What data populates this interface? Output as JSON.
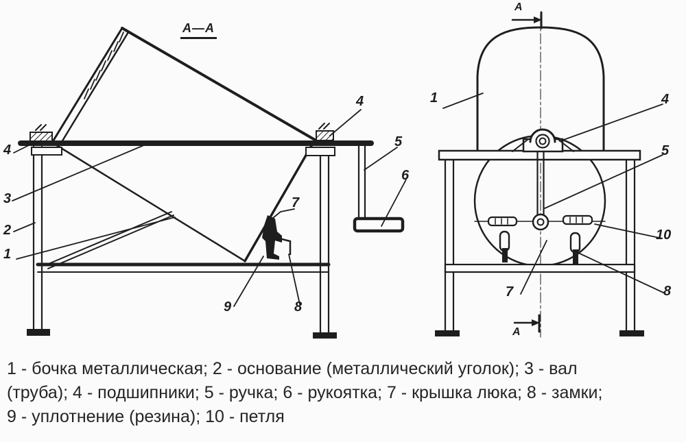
{
  "drawing": {
    "section_title": "А—А",
    "section_arrow_letter": "А",
    "colors": {
      "ink": "#1e1e1e",
      "background": "#fbfbfb"
    },
    "callouts": {
      "side_view": {
        "bearing_left": "4",
        "shaft": "3",
        "base": "2",
        "barrel": "1",
        "bearing_right": "4",
        "handle": "5",
        "grip": "6",
        "hatch_cover": "7",
        "seal": "9",
        "lock": "8"
      },
      "section_view": {
        "barrel": "1",
        "bearing": "4",
        "handle": "5",
        "hinge": "10",
        "lock": "8",
        "hatch_cover": "7"
      }
    },
    "legend": {
      "lines": [
        "1 - бочка металлическая; 2 - основание (металлический уголок); 3 - вал",
        "(труба); 4 - подшипники; 5 - ручка; 6 - рукоятка; 7 - крышка люка; 8 - замки;",
        "9 - уплотнение (резина); 10 - петля"
      ]
    }
  }
}
